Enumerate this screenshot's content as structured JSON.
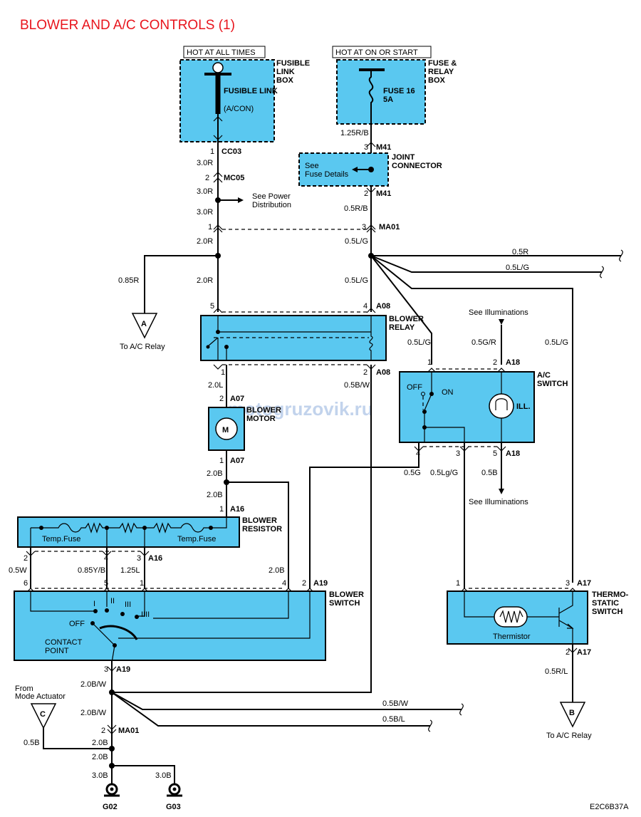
{
  "title": "BLOWER AND A/C CONTROLS (1)",
  "watermark": "motogruzovik.ru",
  "code": "E2C6B37A",
  "hot_labels": {
    "always": "HOT AT ALL TIMES",
    "on_start": "HOT AT ON OR START"
  },
  "components": {
    "fusible_link_box": "FUSIBLE LINK BOX",
    "fusible_link": "FUSIBLE LINK",
    "fusible_link_sub": "(A/CON)",
    "fuse_relay_box": "FUSE & RELAY BOX",
    "fuse16": "FUSE 16",
    "fuse16_amp": "5A",
    "joint_connector": "JOINT CONNECTOR",
    "see_fuse": "See",
    "see_fuse2": "Fuse Details",
    "see_power": "See Power",
    "see_power2": "Distribution",
    "blower_relay": "BLOWER RELAY",
    "blower_motor": "BLOWER MOTOR",
    "motor_symbol": "M",
    "blower_resistor": "BLOWER RESISTOR",
    "temp_fuse": "Temp.Fuse",
    "blower_switch": "BLOWER SWITCH",
    "off": "OFF",
    "on": "ON",
    "contact_point": "CONTACT POINT",
    "sw_positions": [
      "I",
      "II",
      "III",
      "IIII"
    ],
    "ac_switch": "A/C SWITCH",
    "ill": "ILL.",
    "see_illum_top": "See Illuminations",
    "see_illum_bottom": "See Illuminations",
    "thermostatic_switch": "THERMO- STATIC SWITCH",
    "thermistor": "Thermistor",
    "to_ac_relay_a": "To A/C Relay",
    "to_ac_relay_b": "To A/C Relay",
    "from_mode": "From",
    "from_mode2": "Mode Actuator",
    "conn_a": "A",
    "conn_b": "B",
    "conn_c": "C",
    "g02": "G02",
    "g03": "G03"
  },
  "connectors": {
    "cc03": "CC03",
    "mc05": "MC05",
    "m41a": "M41",
    "m41b": "M41",
    "ma01a": "MA01",
    "a08a": "A08",
    "a08b": "A08",
    "a07a": "A07",
    "a07b": "A07",
    "a16a": "A16",
    "a16b": "A16",
    "a19a": "A19",
    "a19b": "A19",
    "a18a": "A18",
    "a18b": "A18",
    "a17a": "A17",
    "a17b": "A17",
    "ma01b": "MA01"
  },
  "pins": {
    "cc03": "1",
    "mc05": "2",
    "ma01_l": "1",
    "m41_top": "3",
    "m41_bot": "2",
    "ma01_r": "3",
    "a08_5": "5",
    "a08_4": "4",
    "a08_1": "1",
    "a08_2": "2",
    "a07_2": "2",
    "a07_1": "1",
    "a16_1": "1",
    "a16_2": "2",
    "a16_4": "4",
    "a16_3": "3",
    "a19_6": "6",
    "a19_5": "5",
    "a19_1": "1",
    "a19_4": "4",
    "a19_2": "2",
    "a19_3": "3",
    "a18_1": "1",
    "a18_2": "2",
    "a18_4": "4",
    "a18_3": "3",
    "a18_5": "5",
    "a17_1": "1",
    "a17_3": "3",
    "a17_2": "2",
    "ma01_2": "2"
  },
  "wires": {
    "w_3r_a": "3.0R",
    "w_3r_b": "3.0R",
    "w_3r_c": "3.0R",
    "w_125rb": "1.25R/B",
    "w_05rb": "0.5R/B",
    "w_2r_a": "2.0R",
    "w_2r_b": "2.0R",
    "w_085r": "0.85R",
    "w_05lg_a": "0.5L/G",
    "w_05lg_b": "0.5L/G",
    "w_05r": "0.5R",
    "w_05lg_c": "0.5L/G",
    "w_05lg_d": "0.5L/G",
    "w_05gr": "0.5G/R",
    "w_05lg_e": "0.5L/G",
    "w_2l": "2.0L",
    "w_05bw_a": "0.5B/W",
    "w_2b_a": "2.0B",
    "w_2b_b": "2.0B",
    "w_2b_c": "2.0B",
    "w_05w": "0.5W",
    "w_085yb": "0.85Y/B",
    "w_125l": "1.25L",
    "w_05g": "0.5G",
    "w_05lgg": "0.5Lg/G",
    "w_05b": "0.5B",
    "w_05rl": "0.5R/L",
    "w_2bw_a": "2.0B/W",
    "w_2bw_b": "2.0B/W",
    "w_05bw_b": "0.5B/W",
    "w_05bl": "0.5B/L",
    "w_05b_c": "0.5B",
    "w_2b_d": "2.0B",
    "w_2b_e": "2.0B",
    "w_3b_a": "3.0B",
    "w_3b_b": "3.0B"
  },
  "colors": {
    "component_fill": "#5ac8f0",
    "title": "#e8141c",
    "wire": "#000000"
  }
}
